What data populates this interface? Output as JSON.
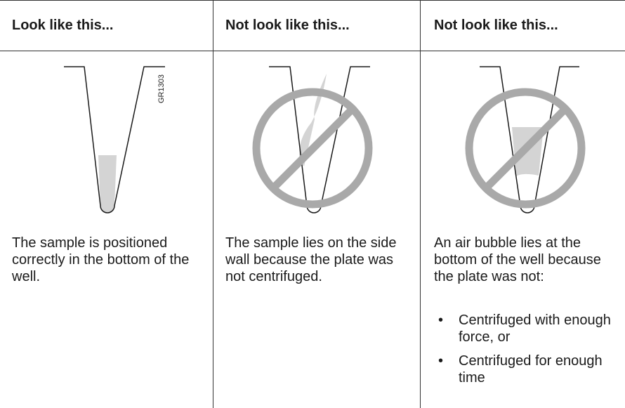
{
  "columns": [
    {
      "header": "Look like this...",
      "figure_code": "GR1303",
      "description": "The sample is positioned correctly in the bottom of the well."
    },
    {
      "header": "Not look like this...",
      "description": "The sample lies on the side wall because the plate was not centrifuged."
    },
    {
      "header": "Not look like this...",
      "description": "An air bubble lies at the bottom of the well because the plate was not:",
      "bullets": [
        "Centrifuged with enough force, or",
        "Centrifuged for enough time"
      ]
    }
  ],
  "colors": {
    "rule": "#333333",
    "prohibit_sign": "#a9a9a9",
    "sample_fill": "#d4d4d4",
    "tube_outline": "#1a1a1a"
  },
  "icons": [
    "well-tube-icon",
    "prohibited-sign-icon"
  ]
}
